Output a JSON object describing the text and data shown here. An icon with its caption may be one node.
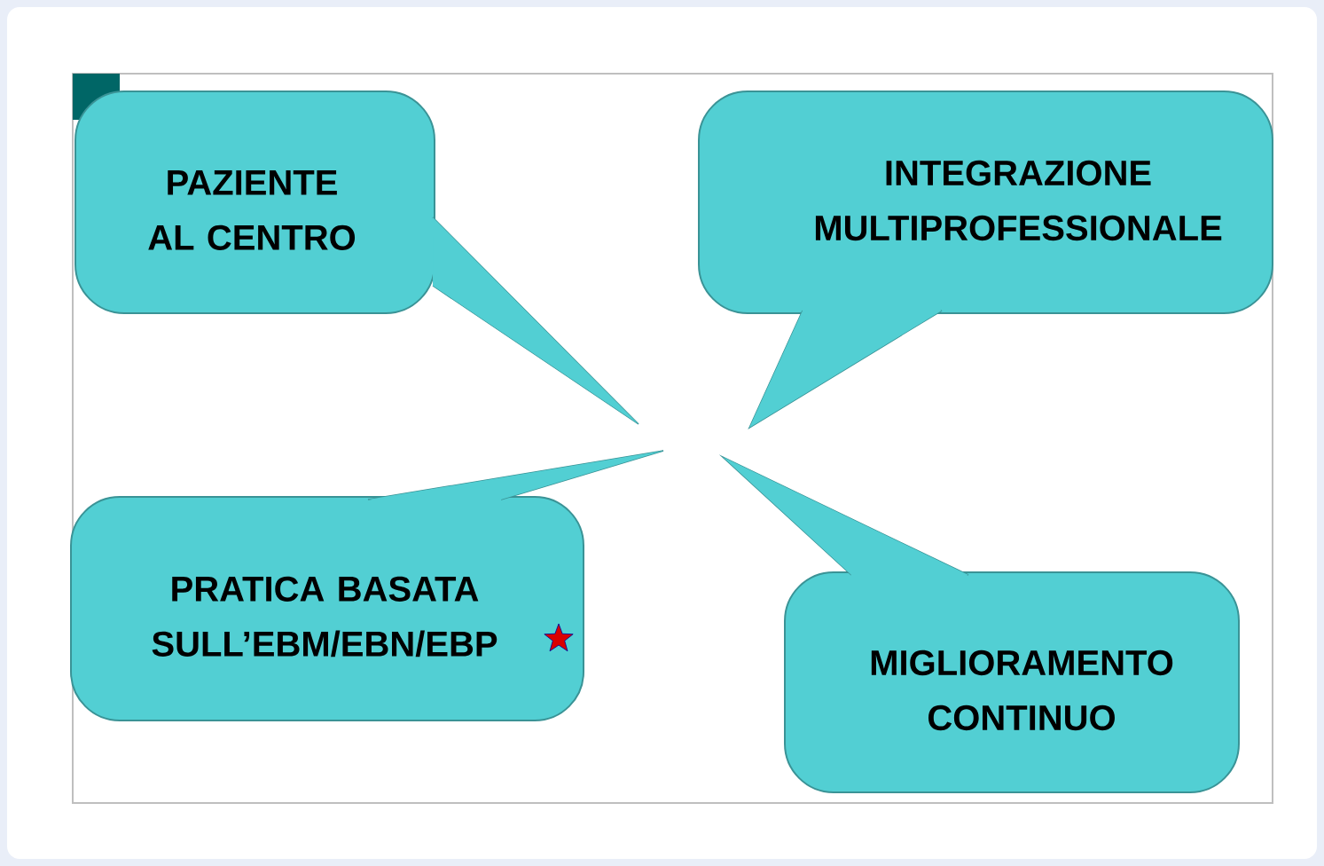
{
  "diagram": {
    "nodes": [
      {
        "text": [
          "PAZIENTE AL CENTRO"
        ]
      },
      {
        "text": [
          "INTEGRAZIONE MULTIPROFESSIONALE"
        ]
      },
      {
        "text": [
          "PRATICA BASATA SULL’EBM/EBN/EBP"
        ]
      },
      {
        "text": [
          "MIGLIORAMENTO CONTINUO"
        ]
      }
    ]
  }
}
